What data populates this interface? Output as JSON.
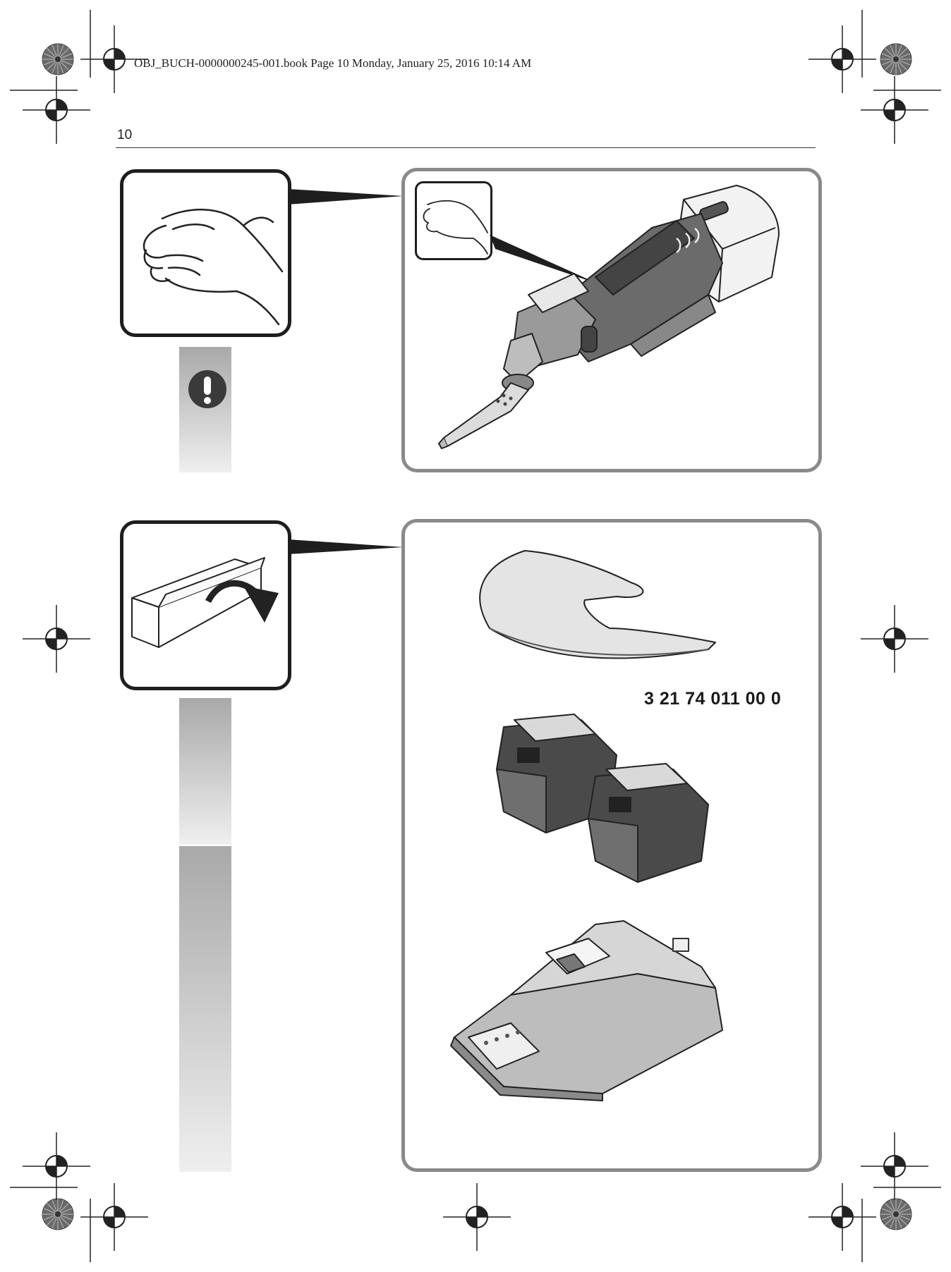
{
  "header": {
    "slug": "OBJ_BUCH-0000000245-001.book  Page 10  Monday, January 25, 2016  10:14 AM",
    "page_number": "10"
  },
  "section_accessories": {
    "part_number": "3 21 74 011 00 0"
  },
  "icons": {
    "warning": "exclamation-warning-icon",
    "registration": "registration-crosshair-icon",
    "color_wheel": "color-target-icon"
  }
}
